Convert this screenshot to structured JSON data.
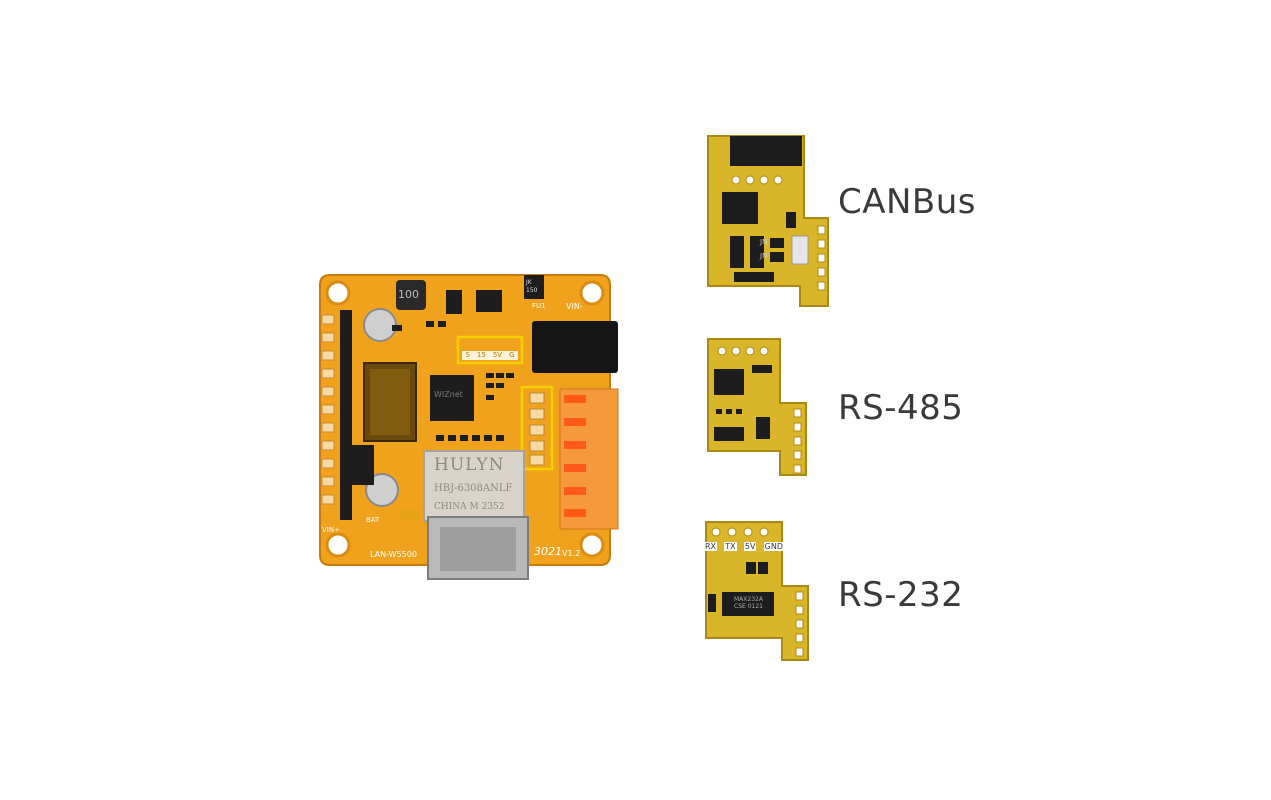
{
  "colors": {
    "pcb_orange": "#f0a21c",
    "pcb_yellow": "#d9b52a",
    "terminal_orange": "#f59a3c",
    "chip_black": "#1d1d1d",
    "highlight_yellow": "#f4d000",
    "label_text": "#3a3a3a"
  },
  "main_board": {
    "silk": {
      "ic_label": "100",
      "fuse_label": "JK 150",
      "fu_label": "FU1",
      "vin_minus": "VIN-",
      "header_pins": [
        "S",
        "15",
        "5V",
        "G"
      ],
      "transformer_brand": "HULYN",
      "transformer_part": "HBJ-6308ANLF",
      "transformer_origin": "CHINA M 2352",
      "board_name": "LAN-W5500",
      "code": "3021",
      "version": "V1.2",
      "bat": "BAT",
      "vin_plus": "VIN+",
      "chip_brand": "WIZnet"
    }
  },
  "modules": [
    {
      "name": "CANBus",
      "chip_marks": [
        "JN",
        "JN"
      ]
    },
    {
      "name": "RS-485",
      "chip_marks": []
    },
    {
      "name": "RS-232",
      "pins": [
        "RX",
        "TX",
        "5V",
        "GND"
      ],
      "chip_marks": [
        "MAX232A",
        "CSE",
        "0121"
      ]
    }
  ]
}
